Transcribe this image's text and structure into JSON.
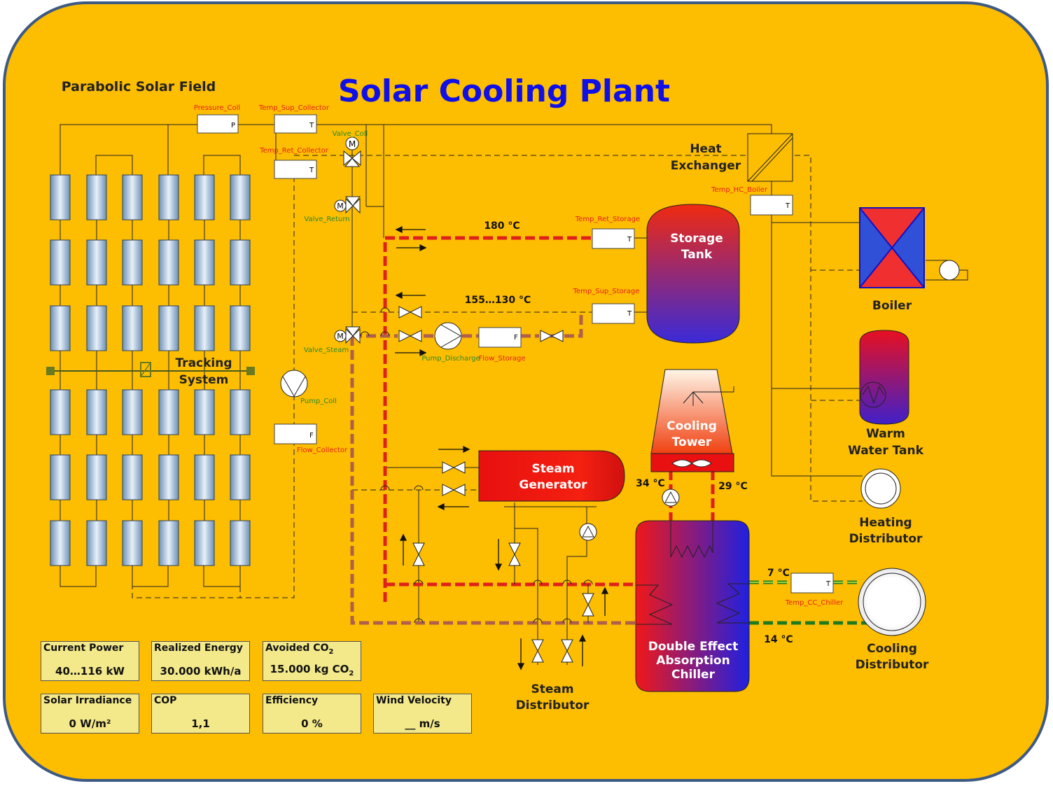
{
  "title": "Solar Cooling Plant",
  "field_label": "Parabolic Solar Field",
  "tracking_label": [
    "Tracking",
    "System"
  ],
  "heat_exchanger_label": [
    "Heat",
    "Exchanger"
  ],
  "storage_tank_label": [
    "Storage",
    "Tank"
  ],
  "boiler_label": "Boiler",
  "warm_water_label": [
    "Warm",
    "Water Tank"
  ],
  "cooling_tower_label": [
    "Cooling",
    "Tower"
  ],
  "steam_generator_label": [
    "Steam",
    "Generator"
  ],
  "heating_distributor_label": [
    "Heating",
    "Distributor"
  ],
  "cooling_distributor_label": [
    "Cooling",
    "Distributor"
  ],
  "steam_distributor_label": [
    "Steam",
    "Distributor"
  ],
  "chiller_label": [
    "Double Effect",
    "Absorption",
    "Chiller"
  ],
  "sensors": {
    "pressure_coll": "Pressure_Coll",
    "temp_sup_collector": "Temp_Sup_Collector",
    "temp_ret_collector": "Temp_Ret_Collector",
    "valve_coll": "Valve_Coll",
    "valve_return": "Valve_Return",
    "valve_steam": "Valve_Steam",
    "pump_coll": "Pump_Coll",
    "flow_collector": "Flow_Collector",
    "temp_ret_storage": "Temp_Ret_Storage",
    "temp_sup_storage": "Temp_Sup_Storage",
    "pump_discharge": "Pump_Discharge",
    "flow_storage": "Flow_Storage",
    "temp_hc_boiler": "Temp_HC_Boiler",
    "temp_cc_chiller": "Temp_CC_Chiller"
  },
  "box_letters": {
    "p": "P",
    "t": "T",
    "f": "F",
    "m": "M"
  },
  "temps": {
    "storage_return": "180 °C",
    "storage_supply": "155…130 °C",
    "tower_in": "34 °C",
    "tower_out": "29 °C",
    "chilled_supply": "7 °C",
    "chilled_return": "14 °C"
  },
  "info_panels": [
    {
      "label": "Current Power",
      "value": "40…116 kW"
    },
    {
      "label": "Realized Energy",
      "value": "30.000 kWh/a"
    },
    {
      "label": "Avoided CO",
      "label_sub": "2",
      "value": "15.000 kg CO",
      "value_sub": "2"
    },
    {
      "label": "Solar Irradiance",
      "value": "0 W/m²"
    },
    {
      "label": "COP",
      "value": "1,1"
    },
    {
      "label": "Efficiency",
      "value": "0 %"
    },
    {
      "label": "Wind Velocity",
      "value": "__ m/s"
    }
  ],
  "colors": {
    "background": "#fdbd00",
    "border": "#3d5a85",
    "title": "#1010e6",
    "hot_line": "#e0201a",
    "warm_line": "#b0604a",
    "chilled_line": "#1f7a1f",
    "sensor_label": "#e8201a",
    "valve_label": "#2a8a2a"
  }
}
